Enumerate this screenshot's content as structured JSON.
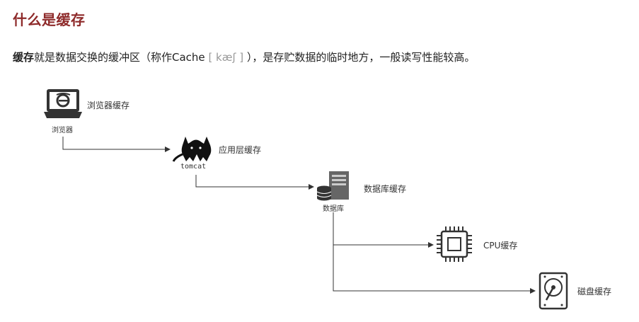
{
  "title": "什么是缓存",
  "intro": {
    "keyword": "缓存",
    "text_before": "就是数据交换的缓冲区（称作Cache",
    "phonetic": " [ kæʃ ] ",
    "text_after": "），是存贮数据的临时地方，一般读写性能较高。"
  },
  "nodes": {
    "browser": {
      "caption": "浏览器",
      "label": "浏览器缓存",
      "icon": "laptop-ie-icon"
    },
    "tomcat": {
      "caption": "tomcat",
      "label": "应用层缓存",
      "icon": "tomcat-cat-icon"
    },
    "database": {
      "caption": "数据库",
      "label": "数据库缓存",
      "icon": "database-server-icon"
    },
    "cpu": {
      "label": "CPU缓存",
      "icon": "cpu-chip-icon"
    },
    "disk": {
      "label": "磁盘缓存",
      "icon": "hard-disk-icon"
    }
  },
  "colors": {
    "title": "#8e2a2a",
    "line": "#333333",
    "icon": "#333333"
  }
}
